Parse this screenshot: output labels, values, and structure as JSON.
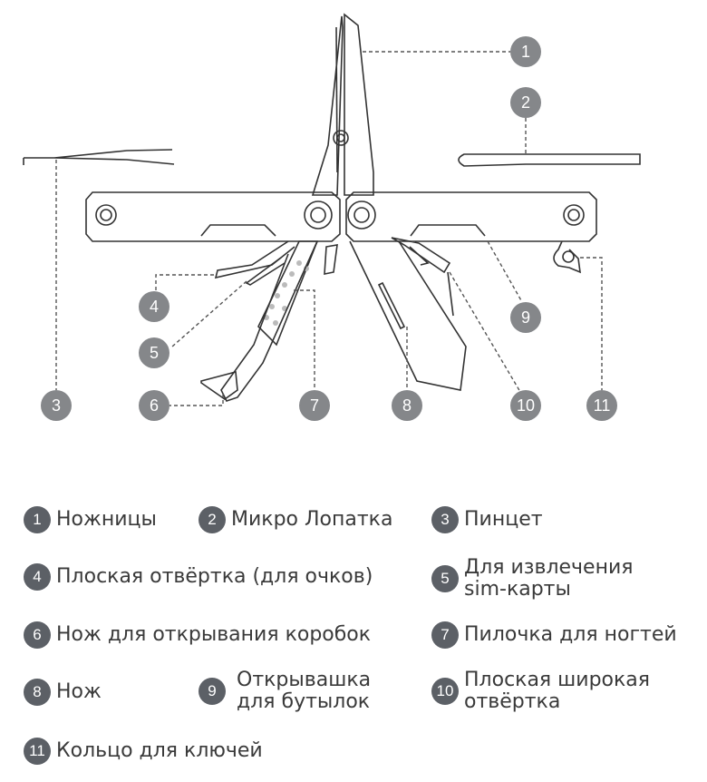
{
  "callouts": [
    "1",
    "2",
    "3",
    "4",
    "5",
    "6",
    "7",
    "8",
    "9",
    "10",
    "11"
  ],
  "legend": [
    {
      "num": "1",
      "text": "Ножницы"
    },
    {
      "num": "2",
      "text": "Микро Лопатка"
    },
    {
      "num": "3",
      "text": "Пинцет"
    },
    {
      "num": "4",
      "text": "Плоская отвёртка (для очков)"
    },
    {
      "num": "5",
      "line1": "Для извлечения",
      "line2": "sim-карты"
    },
    {
      "num": "6",
      "text": "Нож для открывания коробок"
    },
    {
      "num": "7",
      "text": "Пилочка для ногтей"
    },
    {
      "num": "8",
      "text": "Нож"
    },
    {
      "num": "9",
      "line1": "Открывашка",
      "line2": "для бутылок"
    },
    {
      "num": "10",
      "line1": "Плоская широкая",
      "line2": "отвёртка"
    },
    {
      "num": "11",
      "text": "Кольцо для ключей"
    }
  ],
  "colors": {
    "callout": "#85878a",
    "legend_badge": "#5c6066",
    "line": "#333333"
  }
}
